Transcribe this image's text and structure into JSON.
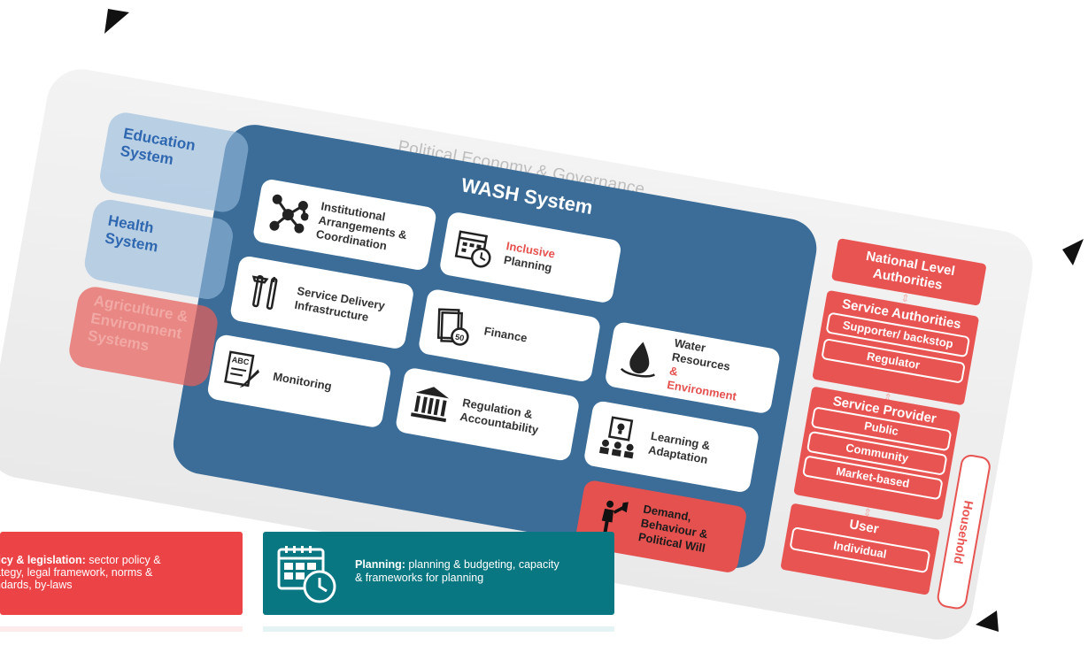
{
  "diagram": {
    "political_title": "Political Economy & Governance",
    "side_systems": {
      "education": [
        "Education",
        "System"
      ],
      "health": [
        "Health",
        "System"
      ],
      "agriculture": [
        "Agriculture &",
        "Environment",
        "Systems"
      ]
    },
    "wash": {
      "title": "WASH System",
      "institutional": [
        "Institutional",
        "Arrangements &",
        "Coordination"
      ],
      "inclusive_planning": [
        "Inclusive",
        "Planning"
      ],
      "service_delivery": [
        "Service Delivery",
        "Infrastructure"
      ],
      "finance": "Finance",
      "water_resources": [
        "Water",
        "Resources",
        "&",
        "Environment"
      ],
      "monitoring": "Monitoring",
      "regulation": [
        "Regulation &",
        "Accountability"
      ],
      "learning": [
        "Learning &",
        "Adaptation"
      ],
      "demand": [
        "Demand,",
        "Behaviour &",
        "Political Will"
      ]
    },
    "authorities": {
      "national": [
        "National Level",
        "Authorities"
      ],
      "service_authorities": "Service Authorities",
      "supporter": "Supporter/ backstop",
      "regulator": "Regulator",
      "service_provider": "Service Provider",
      "public": "Public",
      "community": "Community",
      "market": "Market-based",
      "user": "User",
      "individual": "Individual",
      "household": "Household"
    },
    "icons": [
      "network-icon",
      "calendar-clock-icon",
      "tools-icon",
      "money-icon",
      "water-drop-icon",
      "abc-document-icon",
      "bank-icon",
      "idea-people-icon",
      "megaphone-person-icon"
    ]
  },
  "cards": {
    "policy": {
      "bold": "licy & legislation:",
      "line1": " sector policy &",
      "line2": "ategy, legal framework, norms &",
      "line3": "ndards, by-laws"
    },
    "planning": {
      "bold": "Planning:",
      "line1": " planning & budgeting, capacity",
      "line2": "& frameworks for planning",
      "icon": "calendar-clock-icon"
    }
  },
  "colors": {
    "wash_blue": "#3b6d98",
    "red": "#e85452",
    "policy_red": "#ec4347",
    "planning_teal": "#087782"
  }
}
